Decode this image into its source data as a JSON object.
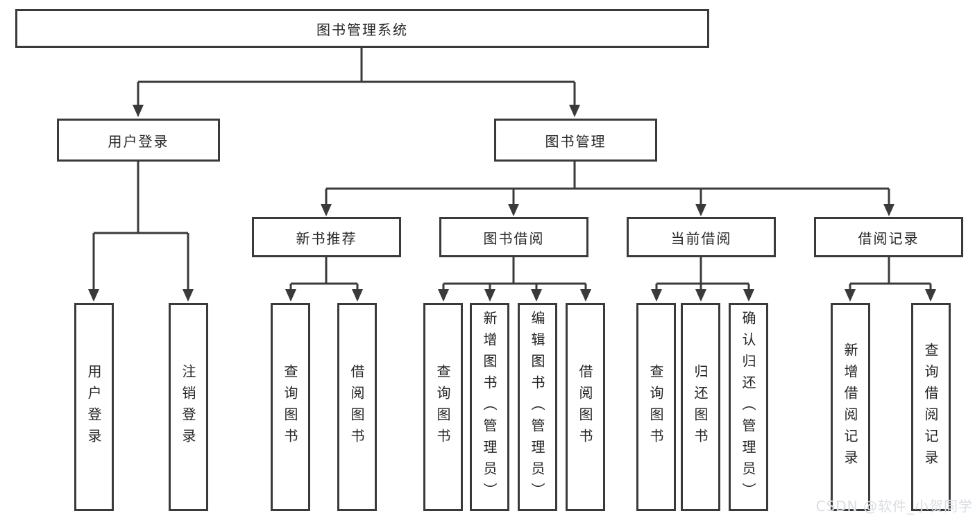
{
  "diagram_type": "tree-diagram",
  "tree": {
    "root": "图书管理系统",
    "children": [
      {
        "label": "用户登录",
        "children": [
          {
            "label": "用户登录"
          },
          {
            "label": "注销登录"
          }
        ]
      },
      {
        "label": "图书管理",
        "children": [
          {
            "label": "新书推荐",
            "children": [
              {
                "label": "查询图书"
              },
              {
                "label": "借阅图书"
              }
            ]
          },
          {
            "label": "图书借阅",
            "children": [
              {
                "label": "查询图书"
              },
              {
                "label": "新增图书（管理员）"
              },
              {
                "label": "编辑图书（管理员）"
              },
              {
                "label": "借阅图书"
              }
            ]
          },
          {
            "label": "当前借阅",
            "children": [
              {
                "label": "查询图书"
              },
              {
                "label": "归还图书"
              },
              {
                "label": "确认归还（管理员）"
              }
            ]
          },
          {
            "label": "借阅记录",
            "children": [
              {
                "label": "新增借阅记录"
              },
              {
                "label": "查询借阅记录"
              }
            ]
          }
        ]
      }
    ]
  },
  "watermark": {
    "text": "CSDN @软件_小贺同学"
  },
  "colors": {
    "line": "#3a3a3a",
    "box_border": "#3a3a3a",
    "box_fill": "#ffffff",
    "text": "#262626",
    "watermark": "#d9dde2",
    "background": "#ffffff"
  }
}
